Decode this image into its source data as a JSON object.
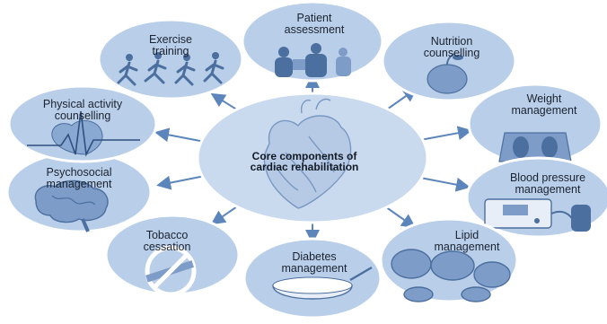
{
  "center": {
    "line1": "Core components of",
    "line2": "cardiac rehabilitation"
  },
  "nodes": [
    {
      "id": "patient-assessment",
      "line1": "Patient",
      "line2": "assessment",
      "icon": "clinician-icon"
    },
    {
      "id": "nutrition-counselling",
      "line1": "Nutrition",
      "line2": "counselling",
      "icon": "apple-icon"
    },
    {
      "id": "weight-management",
      "line1": "Weight",
      "line2": "management",
      "icon": "scale-icon"
    },
    {
      "id": "blood-pressure-management",
      "line1": "Blood pressure",
      "line2": "management",
      "icon": "blood-pressure-monitor-icon"
    },
    {
      "id": "lipid-management",
      "line1": "Lipid",
      "line2": "management",
      "icon": "lipid-droplets-icon"
    },
    {
      "id": "diabetes-management",
      "line1": "Diabetes",
      "line2": "management",
      "icon": "sugar-bowl-icon"
    },
    {
      "id": "tobacco-cessation",
      "line1": "Tobacco",
      "line2": "cessation",
      "icon": "no-smoking-icon"
    },
    {
      "id": "psychosocial-management",
      "line1": "Psychosocial",
      "line2": "management",
      "icon": "brain-icon"
    },
    {
      "id": "physical-activity-counselling",
      "line1": "Physical activity",
      "line2": "counselling",
      "icon": "ecg-heart-icon"
    },
    {
      "id": "exercise-training",
      "line1": "Exercise",
      "line2": "training",
      "icon": "runners-icon"
    }
  ],
  "colors": {
    "circle_fill": "#b9cee9",
    "circle_stroke": "#ffffff",
    "center_fill": "#c9d9ee",
    "arrow": "#5c86bb",
    "icon_dark": "#4b6f9e",
    "icon_mid": "#7d9cc8"
  }
}
